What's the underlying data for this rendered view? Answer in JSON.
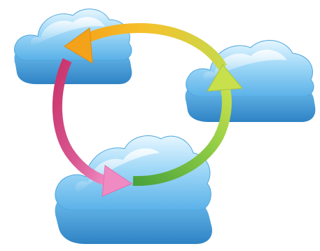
{
  "illustration": {
    "subject": "cloud-sync-cycle",
    "clouds": [
      {
        "name": "top-left-cloud"
      },
      {
        "name": "right-cloud"
      },
      {
        "name": "bottom-cloud"
      }
    ],
    "arrows": [
      {
        "name": "sync-arrow-right-to-top-left",
        "color_start": "#c8d94b",
        "color_end": "#f3a21a"
      },
      {
        "name": "sync-arrow-top-left-to-bottom",
        "color_start": "#c9326a",
        "color_end": "#f08ac2"
      },
      {
        "name": "sync-arrow-bottom-to-right",
        "color_start": "#4aa23a",
        "color_end": "#c7e04c"
      }
    ],
    "colors": {
      "cloud_top": "#d7efff",
      "cloud_mid": "#7cc8f1",
      "cloud_side": "#3f98d5",
      "cloud_shadow": "#2f7ec0",
      "background": "#ffffff"
    }
  }
}
